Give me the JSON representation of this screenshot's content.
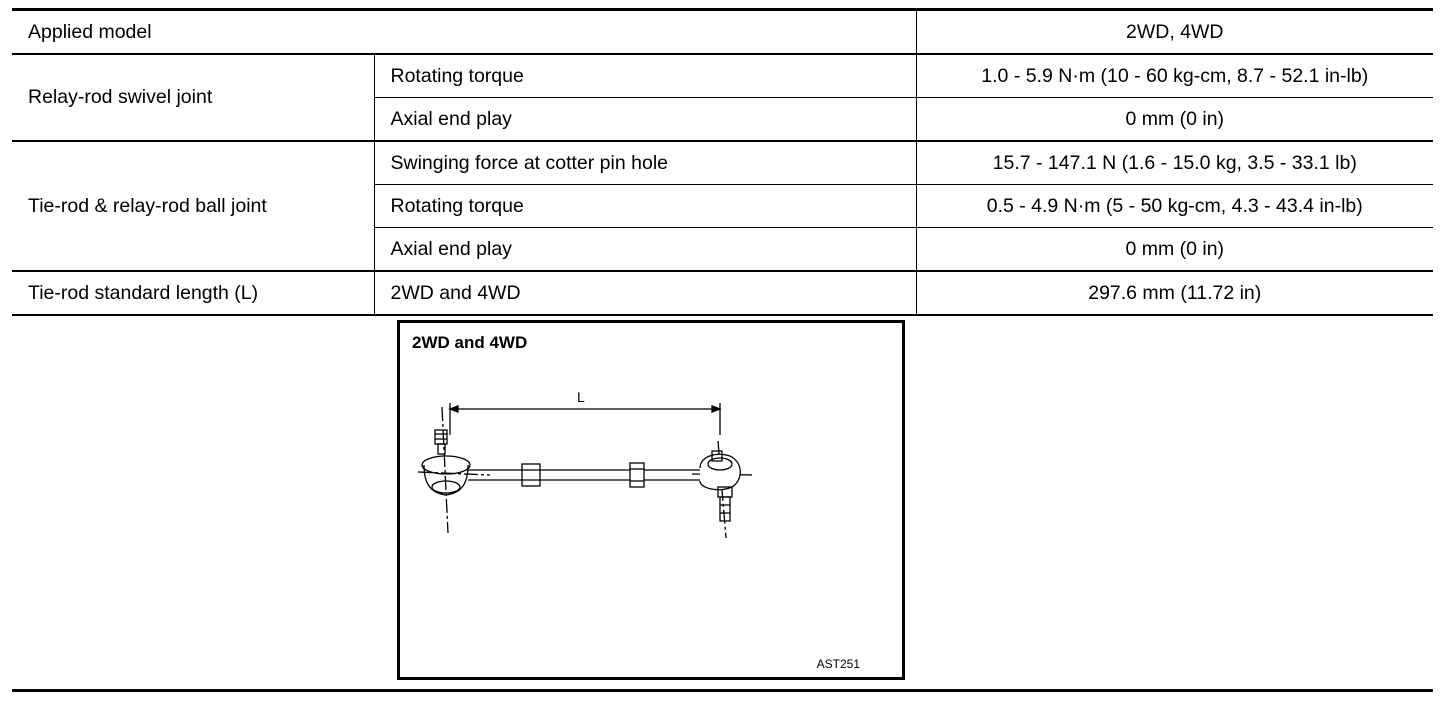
{
  "table": {
    "header": {
      "label": "Applied model",
      "value": "2WD, 4WD"
    },
    "relay_rod_swivel": {
      "group": "Relay-rod swivel joint",
      "rows": [
        {
          "item": "Rotating torque",
          "value": "1.0 - 5.9 N·m (10 - 60 kg-cm, 8.7 - 52.1 in-lb)"
        },
        {
          "item": "Axial end play",
          "value": "0 mm (0 in)"
        }
      ]
    },
    "tie_rod_ball": {
      "group": "Tie-rod & relay-rod ball joint",
      "rows": [
        {
          "item": "Swinging force at cotter pin hole",
          "value": "15.7 - 147.1 N (1.6 - 15.0 kg, 3.5 - 33.1 lb)"
        },
        {
          "item": "Rotating torque",
          "value": "0.5 - 4.9 N·m (5 - 50 kg-cm, 4.3 - 43.4 in-lb)"
        },
        {
          "item": "Axial end play",
          "value": "0 mm (0 in)"
        }
      ]
    },
    "tie_rod_length": {
      "group": "Tie-rod standard length (L)",
      "item": "2WD and 4WD",
      "value": "297.6 mm (11.72 in)"
    }
  },
  "figure": {
    "title": "2WD and 4WD",
    "dimension_label": "L",
    "code": "AST251"
  }
}
